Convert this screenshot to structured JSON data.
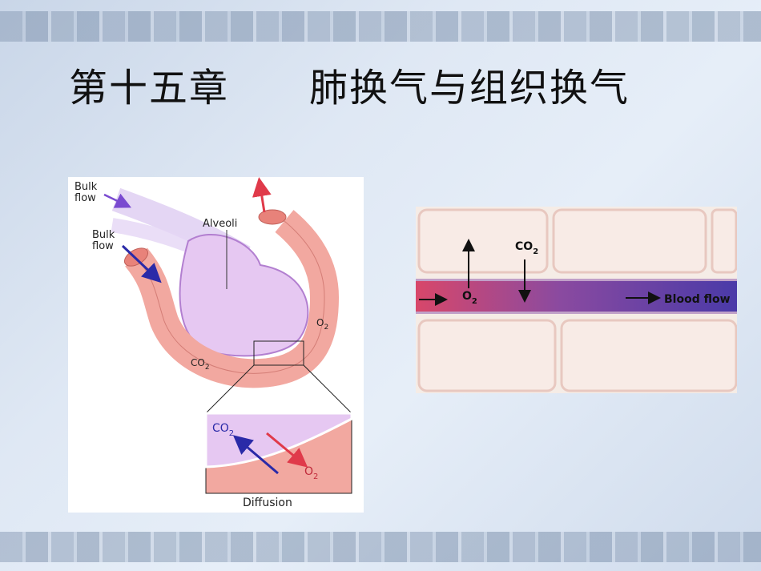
{
  "slide": {
    "title": "第十五章　　肺换气与组织换气"
  },
  "alveoli_diagram": {
    "bulk_flow_1": [
      "Bulk",
      "flow"
    ],
    "bulk_flow_2": [
      "Bulk",
      "flow"
    ],
    "alveoli_label": "Alveoli",
    "co2_label": "CO",
    "co2_sub": "2",
    "o2_label": "O",
    "o2_sub": "2",
    "inset_co2": "CO",
    "inset_co2_sub": "2",
    "inset_o2": "O",
    "inset_o2_sub": "2",
    "diffusion_label": "Diffusion"
  },
  "capillary_diagram": {
    "co2": "CO",
    "co2_sub": "2",
    "o2": "O",
    "o2_sub": "2",
    "blood_flow": "Blood flow"
  },
  "colors": {
    "vessel": "#f2a8a0",
    "alveolus": "#e6c8f2",
    "co2_arrow": "#2a2aa8",
    "o2_arrow": "#e03a4a"
  }
}
